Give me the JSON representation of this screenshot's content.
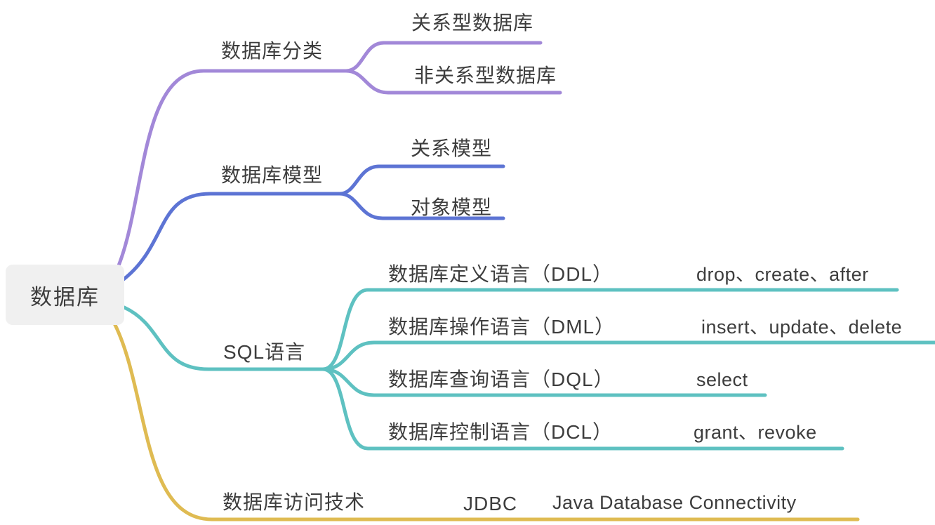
{
  "root": {
    "label": "数据库"
  },
  "branches": [
    {
      "label": "数据库分类",
      "color": "#a288d8",
      "children": [
        {
          "label": "关系型数据库"
        },
        {
          "label": "非关系型数据库"
        }
      ]
    },
    {
      "label": "数据库模型",
      "color": "#5d74d4",
      "children": [
        {
          "label": "关系模型"
        },
        {
          "label": "对象模型"
        }
      ]
    },
    {
      "label": "SQL语言",
      "color": "#5ec1c1",
      "children": [
        {
          "label": "数据库定义语言（DDL）",
          "keyword": "drop、create、after"
        },
        {
          "label": "数据库操作语言（DML）",
          "keyword": "insert、update、delete"
        },
        {
          "label": "数据库查询语言（DQL）",
          "keyword": "select"
        },
        {
          "label": "数据库控制语言（DCL）",
          "keyword": "grant、revoke"
        }
      ]
    },
    {
      "label": "数据库访问技术",
      "color": "#dfbb52",
      "children": [
        {
          "label": "JDBC",
          "keyword": "Java Database Connectivity"
        }
      ]
    }
  ],
  "colors": {
    "text": "#3d3d3d",
    "root_bg": "#f0f0f0",
    "background": "#ffffff"
  }
}
